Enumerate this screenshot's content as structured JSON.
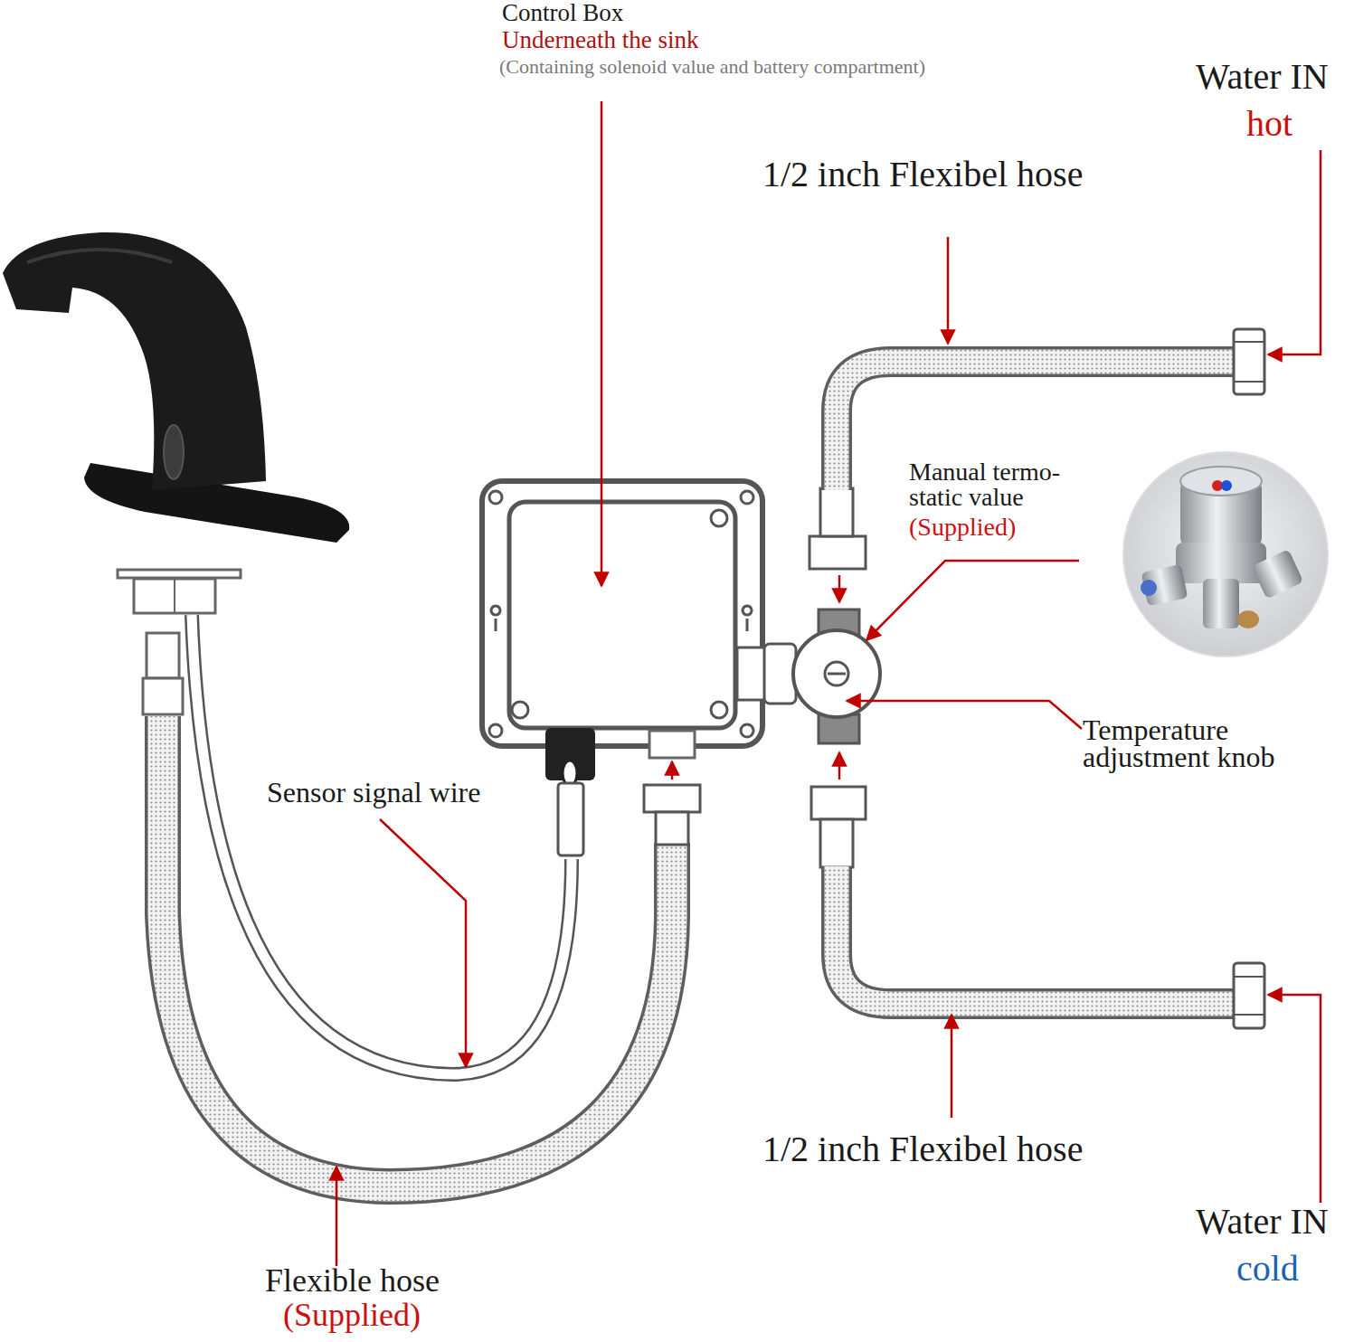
{
  "diagram": {
    "labels": [
      "Control Box",
      "Underneath the sink",
      "(Containing solenoid value and battery compartment)",
      "Water IN",
      "hot",
      "1/2 inch Flexibel hose",
      "Manual termo- static value",
      "(Supplied)",
      "Temperature adjustment knob",
      "Sensor signal wire",
      "1/2 inch Flexibel hose",
      "Water IN",
      "cold",
      "Flexible hose",
      "(Supplied)"
    ]
  }
}
